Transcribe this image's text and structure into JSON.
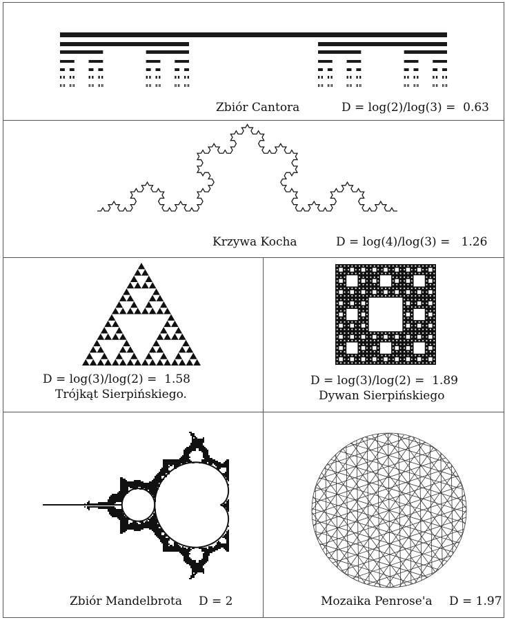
{
  "panels": {
    "cantor": {
      "name": "Zbiór Cantora",
      "formula": "D = log(2)/log(3) =  0.63"
    },
    "koch": {
      "name": "Krzywa Kocha",
      "formula": "D = log(4)/log(3) =   1.26"
    },
    "triangle": {
      "formula": "D = log(3)/log(2) =  1.58",
      "name": "Trójkąt Sierpińskiego."
    },
    "carpet": {
      "formula": "D = log(3)/log(2) =  1.89",
      "name": "Dywan Sierpińskiego"
    },
    "mandelbrot": {
      "name": "Zbiór Mandelbrota",
      "formula": "D = 2"
    },
    "penrose": {
      "name": "Mozaika Penrose'a",
      "formula": "D = 1.97"
    }
  }
}
